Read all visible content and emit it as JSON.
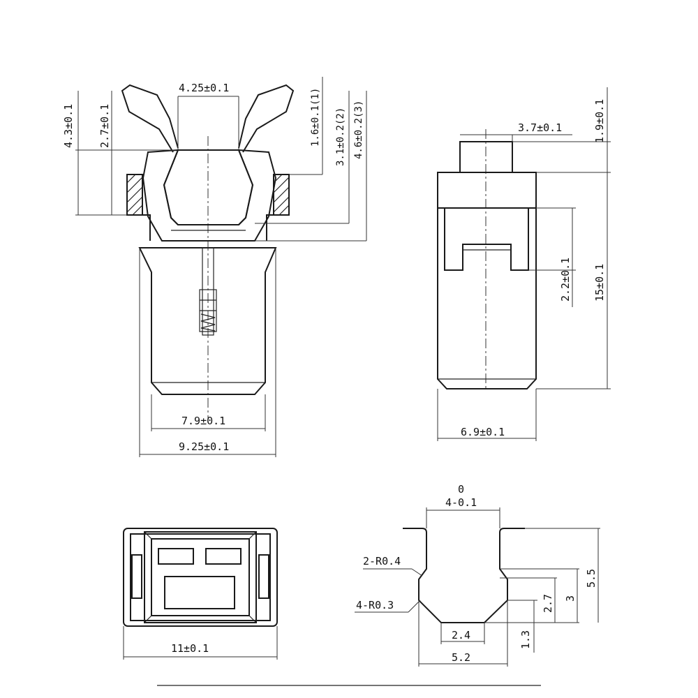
{
  "front_view": {
    "dim_top_width": "4.25±0.1",
    "dim_left_1": "4.3±0.1",
    "dim_left_2": "2.7±0.1",
    "dim_right_1": "1.6±0.1(1)",
    "dim_right_2": "3.1±0.2(2)",
    "dim_right_3": "4.6±0.2(3)",
    "dim_bottom_inner": "7.9±0.1",
    "dim_bottom_outer": "9.25±0.1"
  },
  "side_view": {
    "dim_top": "3.7±0.1",
    "dim_top_height": "1.9±0.1",
    "dim_slot": "2.2±0.1",
    "dim_height": "15±0.1",
    "dim_width": "6.9±0.1"
  },
  "bottom_view": {
    "dim_width": "11±0.1"
  },
  "cutout_detail": {
    "dim_top_a": "0",
    "dim_top_b": "4-0.1",
    "radius_1": "2-R0.4",
    "radius_2": "4-R0.3",
    "dim_inner_bottom": "2.4",
    "dim_outer_bottom": "5.2",
    "dim_h_1": "1.3",
    "dim_h_2": "2.7",
    "dim_h_3": "3",
    "dim_h_4": "5.5"
  }
}
